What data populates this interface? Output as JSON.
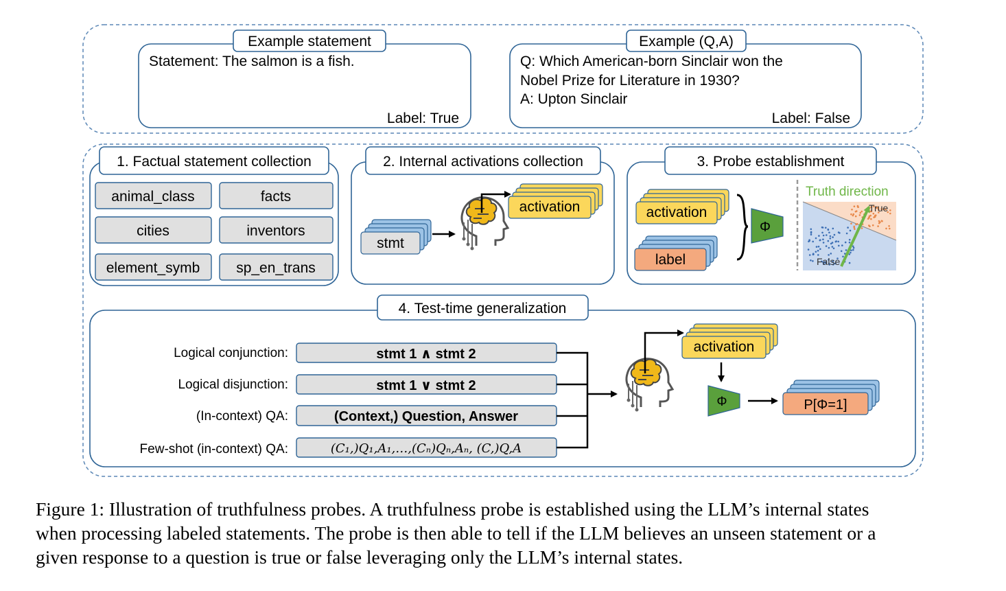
{
  "examples": {
    "statement": {
      "title": "Example statement",
      "text": "Statement: The salmon is a fish.",
      "label": "Label: True"
    },
    "qa": {
      "title": "Example (Q,A)",
      "lines": [
        "Q: Which American-born Sinclair won the",
        "Nobel Prize for Literature in 1930?",
        "A: Upton Sinclair"
      ],
      "label": "Label: False"
    }
  },
  "step1": {
    "title": "1. Factual statement collection",
    "datasets": [
      "animal_class",
      "facts",
      "cities",
      "inventors",
      "element_symb",
      "sp_en_trans"
    ]
  },
  "step2": {
    "title": "2. Internal activations collection",
    "input": "stmt",
    "output": "activation"
  },
  "step3": {
    "title": "3. Probe establishment",
    "activation": "activation",
    "label": "label",
    "probe": "Φ",
    "truth_direction": "Truth direction",
    "true_label": "True",
    "false_label": "False"
  },
  "step4": {
    "title": "4. Test-time generalization",
    "rows": [
      {
        "label": "Logical conjunction:",
        "input": "stmt 1 ∧ stmt 2"
      },
      {
        "label": "Logical disjunction:",
        "input": "stmt 1 ∨ stmt 2"
      },
      {
        "label": "(In-context) QA:",
        "input": "(Context,) Question, Answer"
      },
      {
        "label": "Few-shot (in-context) QA:",
        "input": "(C₁,)Q₁,A₁,…,(Cₙ)Qₙ,Aₙ, (C,)Q,A"
      }
    ],
    "activation": "activation",
    "probe": "Φ",
    "output": "P[Φ=1]"
  },
  "caption": {
    "lines": [
      "Figure 1: Illustration of truthfulness probes. A truthfulness probe is established using the LLM’s internal states",
      "when processing labeled statements. The probe is then able to tell if the LLM believes an unseen statement or a",
      "given response to a question is true or false leveraging only the LLM’s internal states."
    ]
  },
  "colors": {
    "frame_blue": "#2e6496",
    "dash_blue": "#5a86b5",
    "gray_box": "#e0e0e0",
    "activation_yellow": "#fbd75b",
    "label_orange": "#f4a97e",
    "stack_blue": "#9dc3e6",
    "probe_green": "#5aa03c",
    "truth_green": "#6fb648"
  }
}
